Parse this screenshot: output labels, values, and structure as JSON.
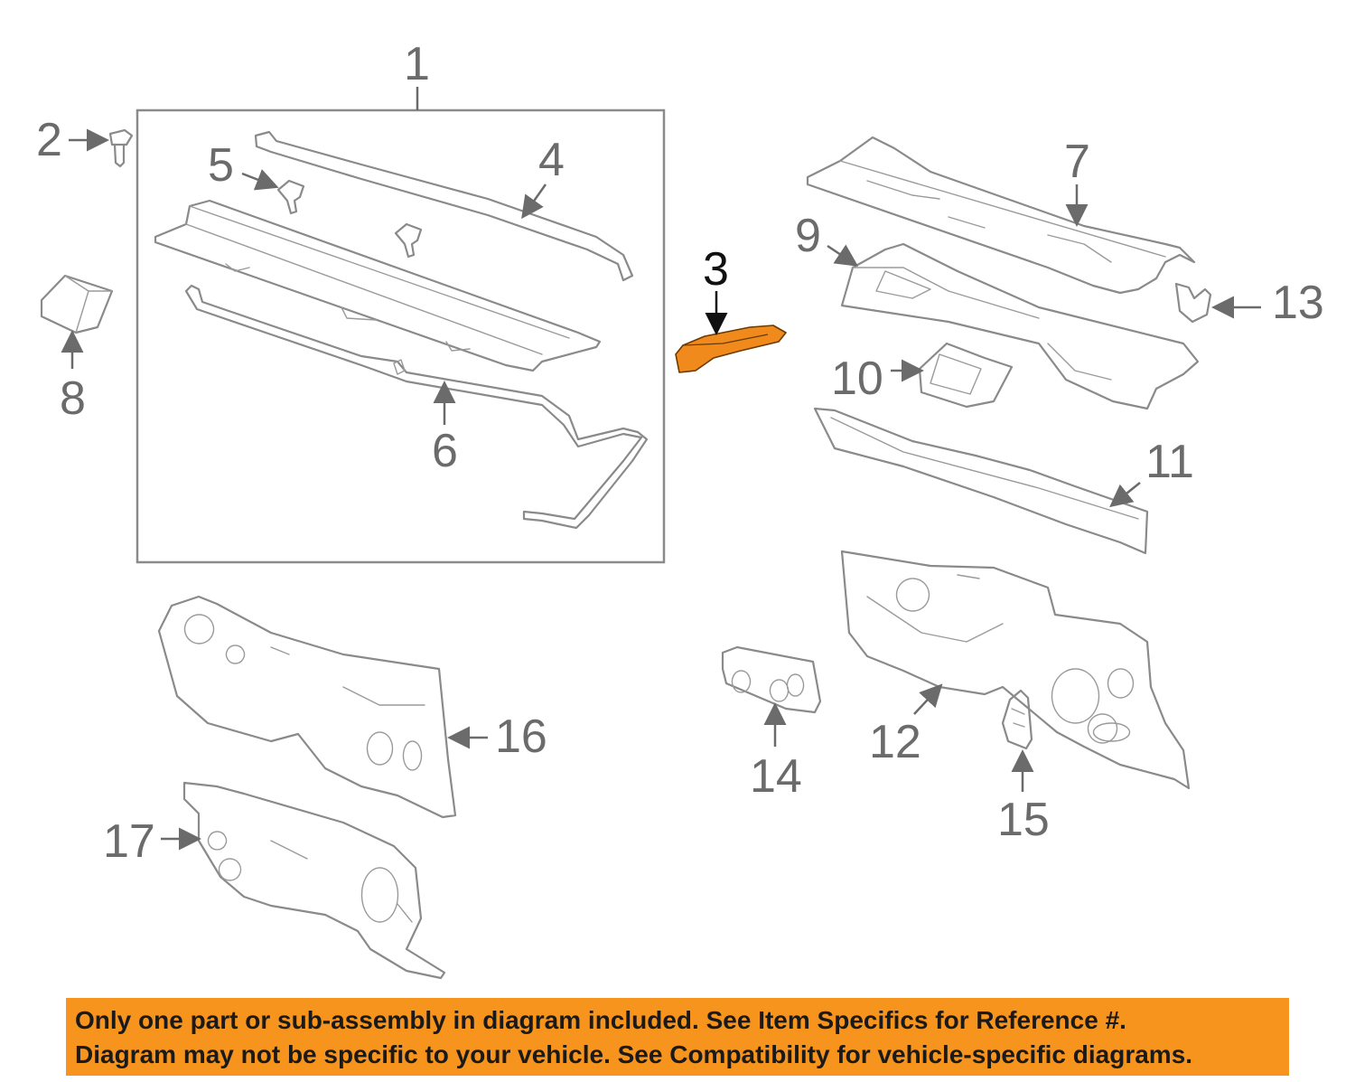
{
  "callouts": {
    "c1": "1",
    "c2": "2",
    "c3": "3",
    "c4": "4",
    "c5": "5",
    "c6": "6",
    "c7": "7",
    "c8": "8",
    "c9": "9",
    "c10": "10",
    "c11": "11",
    "c12": "12",
    "c13": "13",
    "c14": "14",
    "c15": "15",
    "c16": "16",
    "c17": "17"
  },
  "highlight": {
    "part_number": "3",
    "color": "#f08a1d"
  },
  "colors": {
    "line_art": "#8a8a8a",
    "callout_text": "#6b6b6b",
    "banner": "#f7941d"
  },
  "notice": {
    "line1": "Only one part or sub-assembly in diagram included. See Item Specifics for Reference #.",
    "line2": "Diagram may not be specific to your vehicle. See Compatibility for vehicle-specific diagrams."
  }
}
